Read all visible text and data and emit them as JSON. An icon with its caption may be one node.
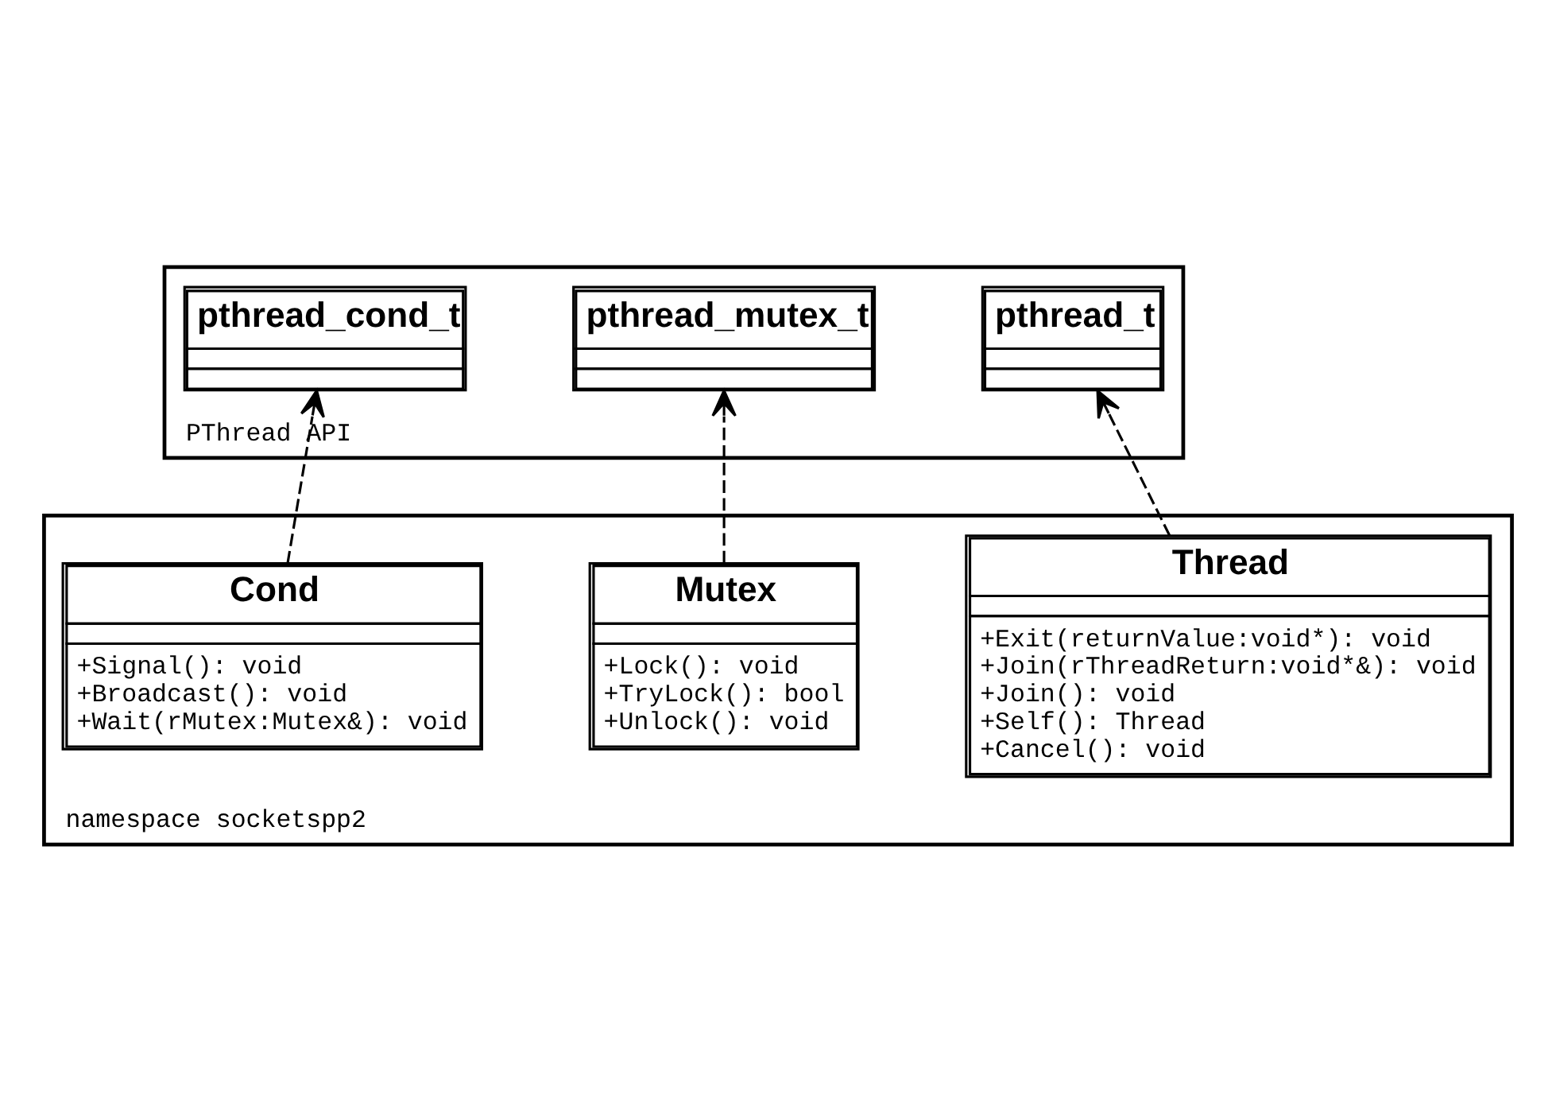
{
  "diagram": {
    "nodes": [
      {
        "text": [
          "PThread API"
        ]
      },
      {
        "text": [
          "pthread_t"
        ],
        "in": 0
      },
      {
        "text": [
          "pthread_mutex_t"
        ],
        "in": 0
      },
      {
        "text": [
          "pthread_cond_t"
        ],
        "in": 0
      },
      {
        "text": [
          "namespace socketspp2"
        ]
      },
      {
        "text": [
          "Thread",
          "+Exit(returnValue:void*): void",
          "+Join(rThreadReturn:void*&): void",
          "+Join(): void",
          "+Self(): Thread",
          "+Cancel(): void"
        ],
        "in": 4
      },
      {
        "text": [
          "Cond",
          "+Signal(): void",
          "+Broadcast(): void",
          "+Wait(rMutex:Mutex&): void"
        ],
        "in": 4
      },
      {
        "text": [
          "Mutex",
          "+Lock(): void",
          "+TryLock(): bool",
          "+Unlock(): void"
        ],
        "in": 4
      }
    ],
    "edges": [
      {
        "from": 5,
        "to": 1,
        "arrow": "to",
        "style": "dashed"
      },
      {
        "from": 7,
        "to": 2,
        "arrow": "to",
        "style": "dashed"
      },
      {
        "from": 6,
        "to": 3,
        "arrow": "to",
        "style": "dashed"
      }
    ]
  }
}
